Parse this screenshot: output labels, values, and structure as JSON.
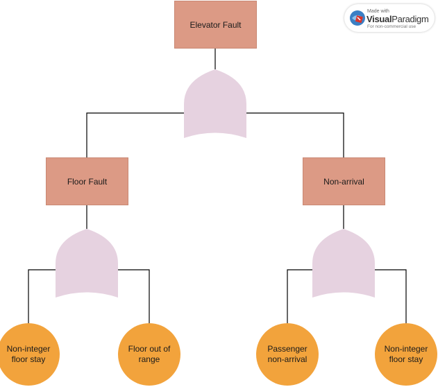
{
  "diagram": {
    "top_event": {
      "label": "Elevator Fault"
    },
    "intermediate_events": [
      {
        "label": "Floor Fault"
      },
      {
        "label": "Non-arrival"
      }
    ],
    "basic_events": [
      {
        "label": "Non-integer floor stay"
      },
      {
        "label": "Floor out of range"
      },
      {
        "label": "Passenger non-arrival"
      },
      {
        "label": "Non-integer floor stay"
      }
    ],
    "gates": [
      "or-gate",
      "or-gate",
      "or-gate"
    ]
  },
  "watermark": {
    "made_with": "Made with",
    "brand_part1": "Visual",
    "brand_part2": "Paradigm",
    "note": "For non-commercial use"
  },
  "colors": {
    "event_fill": "#dc9a85",
    "basic_fill": "#f2a33c",
    "gate_fill": "#e6d2e0"
  }
}
